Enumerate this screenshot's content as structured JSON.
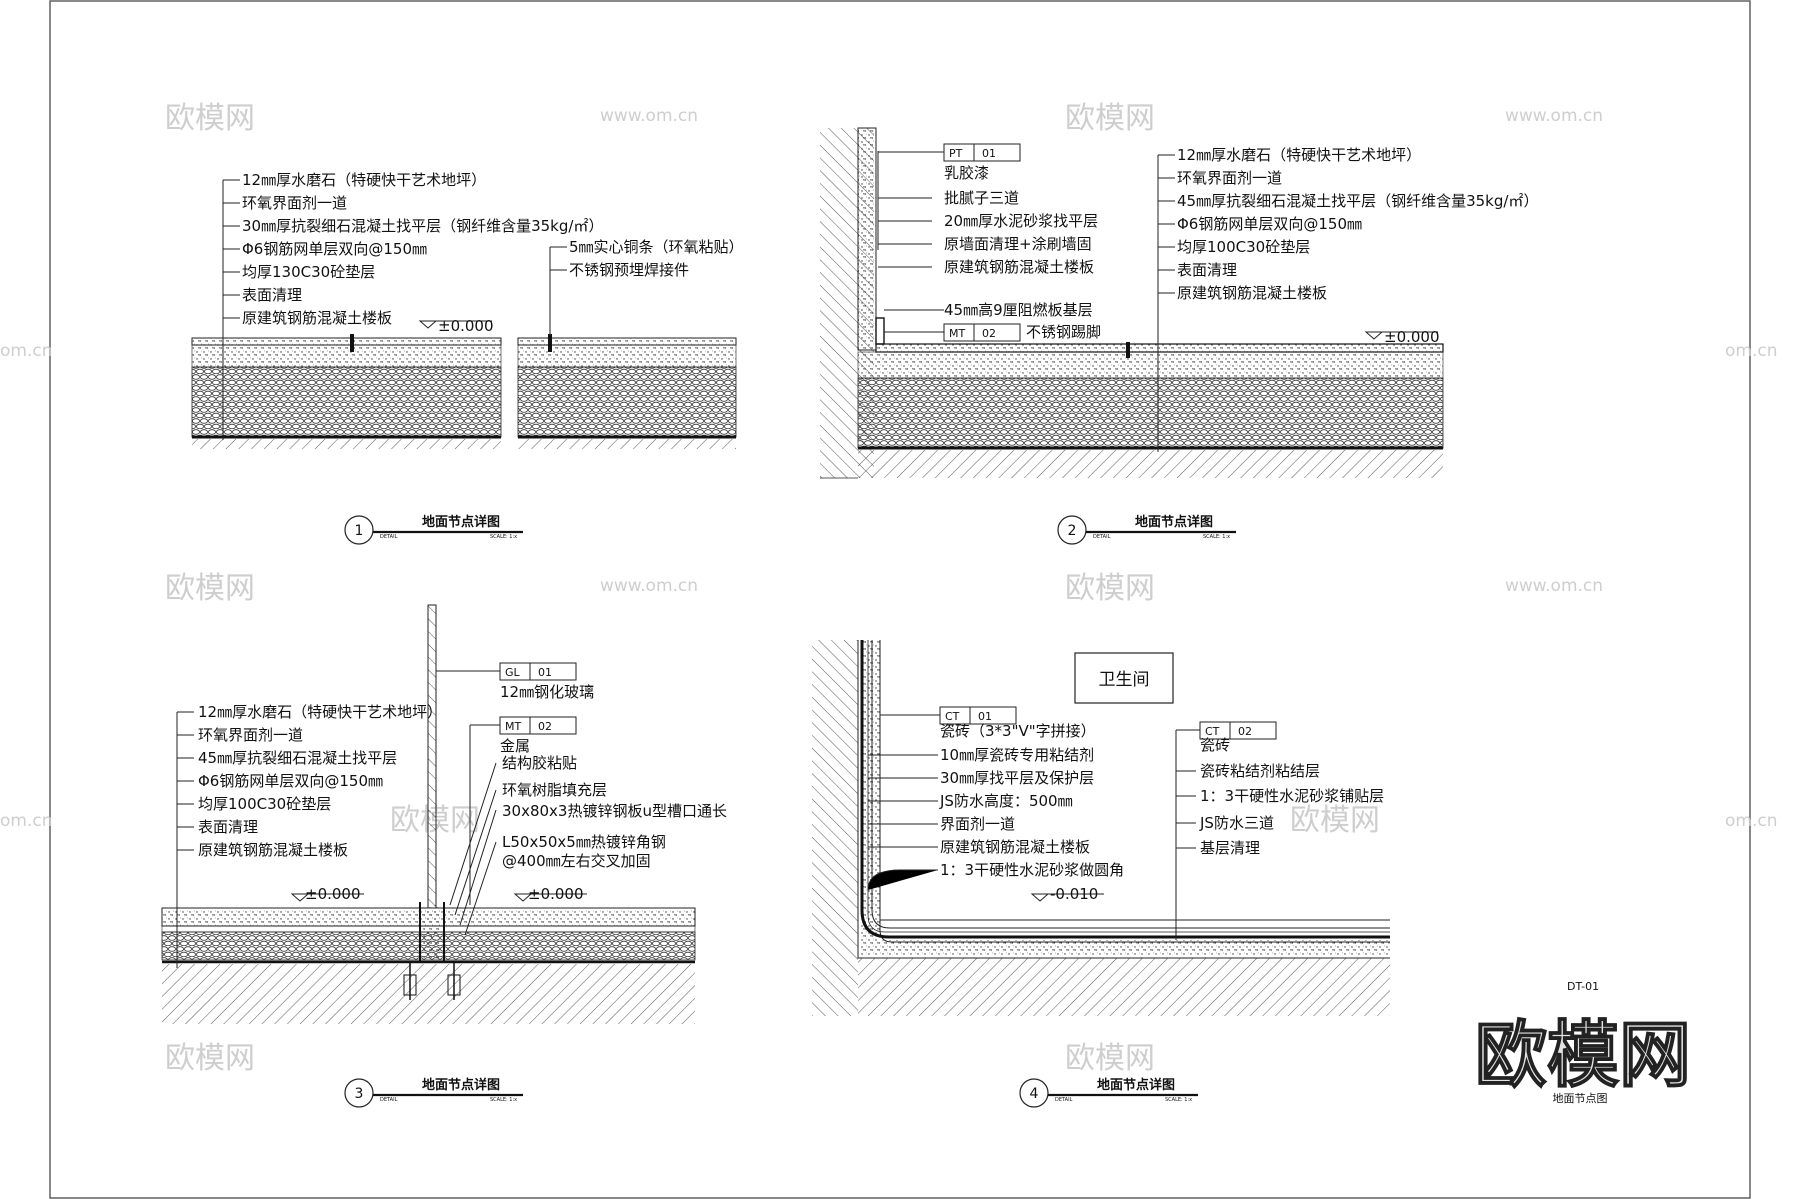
{
  "sheet": {
    "sheet_code": "DT-01",
    "sheet_title": "地面节点图",
    "brand_watermark": "欧模网",
    "watermark_cn": "欧模网",
    "watermark_url": "www.om.cn",
    "watermark_url_edge": "om.cn",
    "scale_note": "SCALE: 1:x",
    "sub_note": "DETAIL"
  },
  "details": [
    {
      "number": "1",
      "title": "地面节点详图",
      "level_mark": "±0.000",
      "layers": [
        "12㎜厚水磨石（特硬快干艺术地坪）",
        "环氧界面剂一道",
        "30㎜厚抗裂细石混凝土找平层（钢纤维含量35kg/㎡）",
        "Φ6钢筋网单层双向@150㎜",
        "均厚130C30砼垫层",
        "表面清理",
        "原建筑钢筋混凝土楼板"
      ],
      "side_notes": [
        "5㎜实心铜条（环氧粘贴）",
        "不锈钢预埋焊接件"
      ]
    },
    {
      "number": "2",
      "title": "地面节点详图",
      "level_mark": "±0.000",
      "wall_tags": [
        {
          "code": "PT",
          "num": "01",
          "name": "乳胶漆"
        },
        {
          "code": "MT",
          "num": "02",
          "name": "不锈钢踢脚"
        }
      ],
      "wall_layers": [
        "批腻子三道",
        "20㎜厚水泥砂浆找平层",
        "原墙面清理+涂刷墙固",
        "原建筑钢筋混凝土楼板"
      ],
      "base_note": "45㎜高9厘阻燃板基层",
      "layers": [
        "12㎜厚水磨石（特硬快干艺术地坪）",
        "环氧界面剂一道",
        "45㎜厚抗裂细石混凝土找平层（钢纤维含量35kg/㎡）",
        "Φ6钢筋网单层双向@150㎜",
        "均厚100C30砼垫层",
        "表面清理",
        "原建筑钢筋混凝土楼板"
      ]
    },
    {
      "number": "3",
      "title": "地面节点详图",
      "level_mark": "±0.000",
      "level_mark_right": "±0.000",
      "layers": [
        "12㎜厚水磨石（特硬快干艺术地坪）",
        "环氧界面剂一道",
        "45㎜厚抗裂细石混凝土找平层",
        "Φ6钢筋网单层双向@150㎜",
        "均厚100C30砼垫层",
        "表面清理",
        "原建筑钢筋混凝土楼板"
      ],
      "tags": [
        {
          "code": "GL",
          "num": "01",
          "name": "12㎜钢化玻璃"
        },
        {
          "code": "MT",
          "num": "02",
          "name": "金属"
        }
      ],
      "right_notes": [
        "结构胶粘贴",
        "环氧树脂填充层",
        "30x80x3热镀锌钢板u型槽口通长",
        "L50x50x5㎜热镀锌角钢",
        "@400㎜左右交叉加固"
      ]
    },
    {
      "number": "4",
      "title": "地面节点详图",
      "room_label": "卫生间",
      "level_mark": "-0.010",
      "tags": [
        {
          "code": "CT",
          "num": "01",
          "name": "瓷砖（3*3\"V\"字拼接）"
        },
        {
          "code": "CT",
          "num": "02",
          "name": "瓷砖"
        }
      ],
      "left_layers": [
        "10㎜厚瓷砖专用粘结剂",
        "30㎜厚找平层及保护层",
        "JS防水高度：500㎜",
        "界面剂一道",
        "原建筑钢筋混凝土楼板",
        "1：3干硬性水泥砂浆做圆角"
      ],
      "right_layers": [
        "瓷砖粘结剂粘结层",
        "1：3干硬性水泥砂浆铺贴层",
        "JS防水三道",
        "基层清理"
      ]
    }
  ]
}
